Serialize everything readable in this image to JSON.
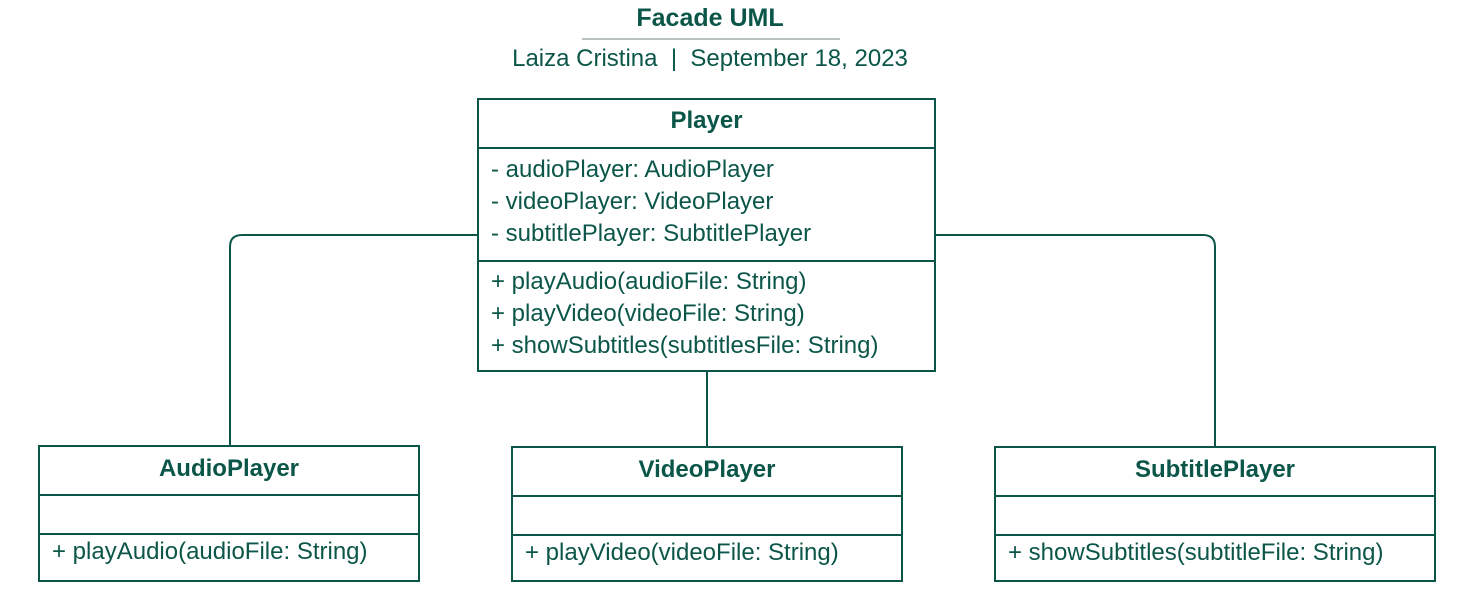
{
  "header": {
    "title": "Facade UML",
    "subtitle": "Laiza Cristina  |  September 18, 2023"
  },
  "classes": {
    "player": {
      "name": "Player",
      "attributes": [
        "- audioPlayer: AudioPlayer",
        "- videoPlayer: VideoPlayer",
        "- subtitlePlayer: SubtitlePlayer"
      ],
      "methods": [
        "+ playAudio(audioFile: String)",
        "+ playVideo(videoFile: String)",
        "+ showSubtitles(subtitlesFile: String)"
      ]
    },
    "audio_player": {
      "name": "AudioPlayer",
      "attributes": [],
      "methods": [
        "+ playAudio(audioFile: String)"
      ]
    },
    "video_player": {
      "name": "VideoPlayer",
      "attributes": [],
      "methods": [
        "+ playVideo(videoFile: String)"
      ]
    },
    "subtitle_player": {
      "name": "SubtitlePlayer",
      "attributes": [],
      "methods": [
        "+ showSubtitles(subtitleFile: String)"
      ]
    }
  },
  "relations": [
    {
      "from": "Player",
      "to": "AudioPlayer"
    },
    {
      "from": "Player",
      "to": "VideoPlayer"
    },
    {
      "from": "Player",
      "to": "SubtitlePlayer"
    }
  ],
  "colors": {
    "stroke": "#0b5648",
    "text": "#0b5648",
    "rule": "#b9c2bf",
    "background": "#ffffff"
  }
}
